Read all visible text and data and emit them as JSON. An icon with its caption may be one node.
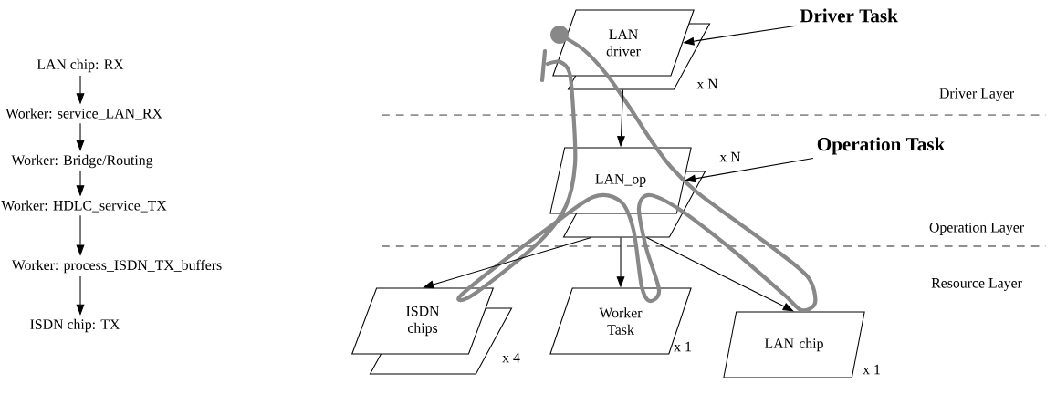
{
  "diagram": {
    "nodes": [
      {
        "text": [
          "LAN chip: RX"
        ]
      },
      {
        "text": [
          "Worker: service_LAN_RX"
        ]
      },
      {
        "text": [
          "Worker: Bridge/Routing"
        ]
      },
      {
        "text": [
          "Worker: HDLC_service_TX"
        ]
      },
      {
        "text": [
          "Worker: process_ISDN_TX_buffers"
        ]
      },
      {
        "text": [
          "ISDN chip: TX"
        ]
      },
      {
        "text": [
          "LAN driver"
        ],
        "beside": [
          "x N"
        ]
      },
      {
        "text": [
          "Driver Task"
        ]
      },
      {
        "text": [
          "LAN_op"
        ],
        "beside": [
          "x N"
        ]
      },
      {
        "text": [
          "Operation Task"
        ]
      },
      {
        "text": [
          "ISDN chips"
        ],
        "beside": [
          "x 4"
        ]
      },
      {
        "text": [
          "Worker Task"
        ],
        "beside": [
          "x 1"
        ]
      },
      {
        "text": [
          "LAN chip"
        ],
        "beside": [
          "x 1"
        ]
      }
    ],
    "edges": [
      {
        "from": 0,
        "to": 1,
        "arrow": "to"
      },
      {
        "from": 1,
        "to": 2,
        "arrow": "to"
      },
      {
        "from": 2,
        "to": 3,
        "arrow": "to"
      },
      {
        "from": 3,
        "to": 4,
        "arrow": "to"
      },
      {
        "from": 4,
        "to": 5,
        "arrow": "to"
      },
      {
        "from": 7,
        "to": 6,
        "arrow": "to"
      },
      {
        "from": 6,
        "to": 8,
        "arrow": "to"
      },
      {
        "from": 9,
        "to": 8,
        "arrow": "to"
      },
      {
        "from": 8,
        "to": 10,
        "arrow": "to"
      },
      {
        "from": 8,
        "to": 11,
        "arrow": "to"
      },
      {
        "from": 8,
        "to": 12,
        "arrow": "to"
      }
    ],
    "labels": [
      "Driver Layer",
      "Operation Layer",
      "Resource Layer"
    ]
  }
}
